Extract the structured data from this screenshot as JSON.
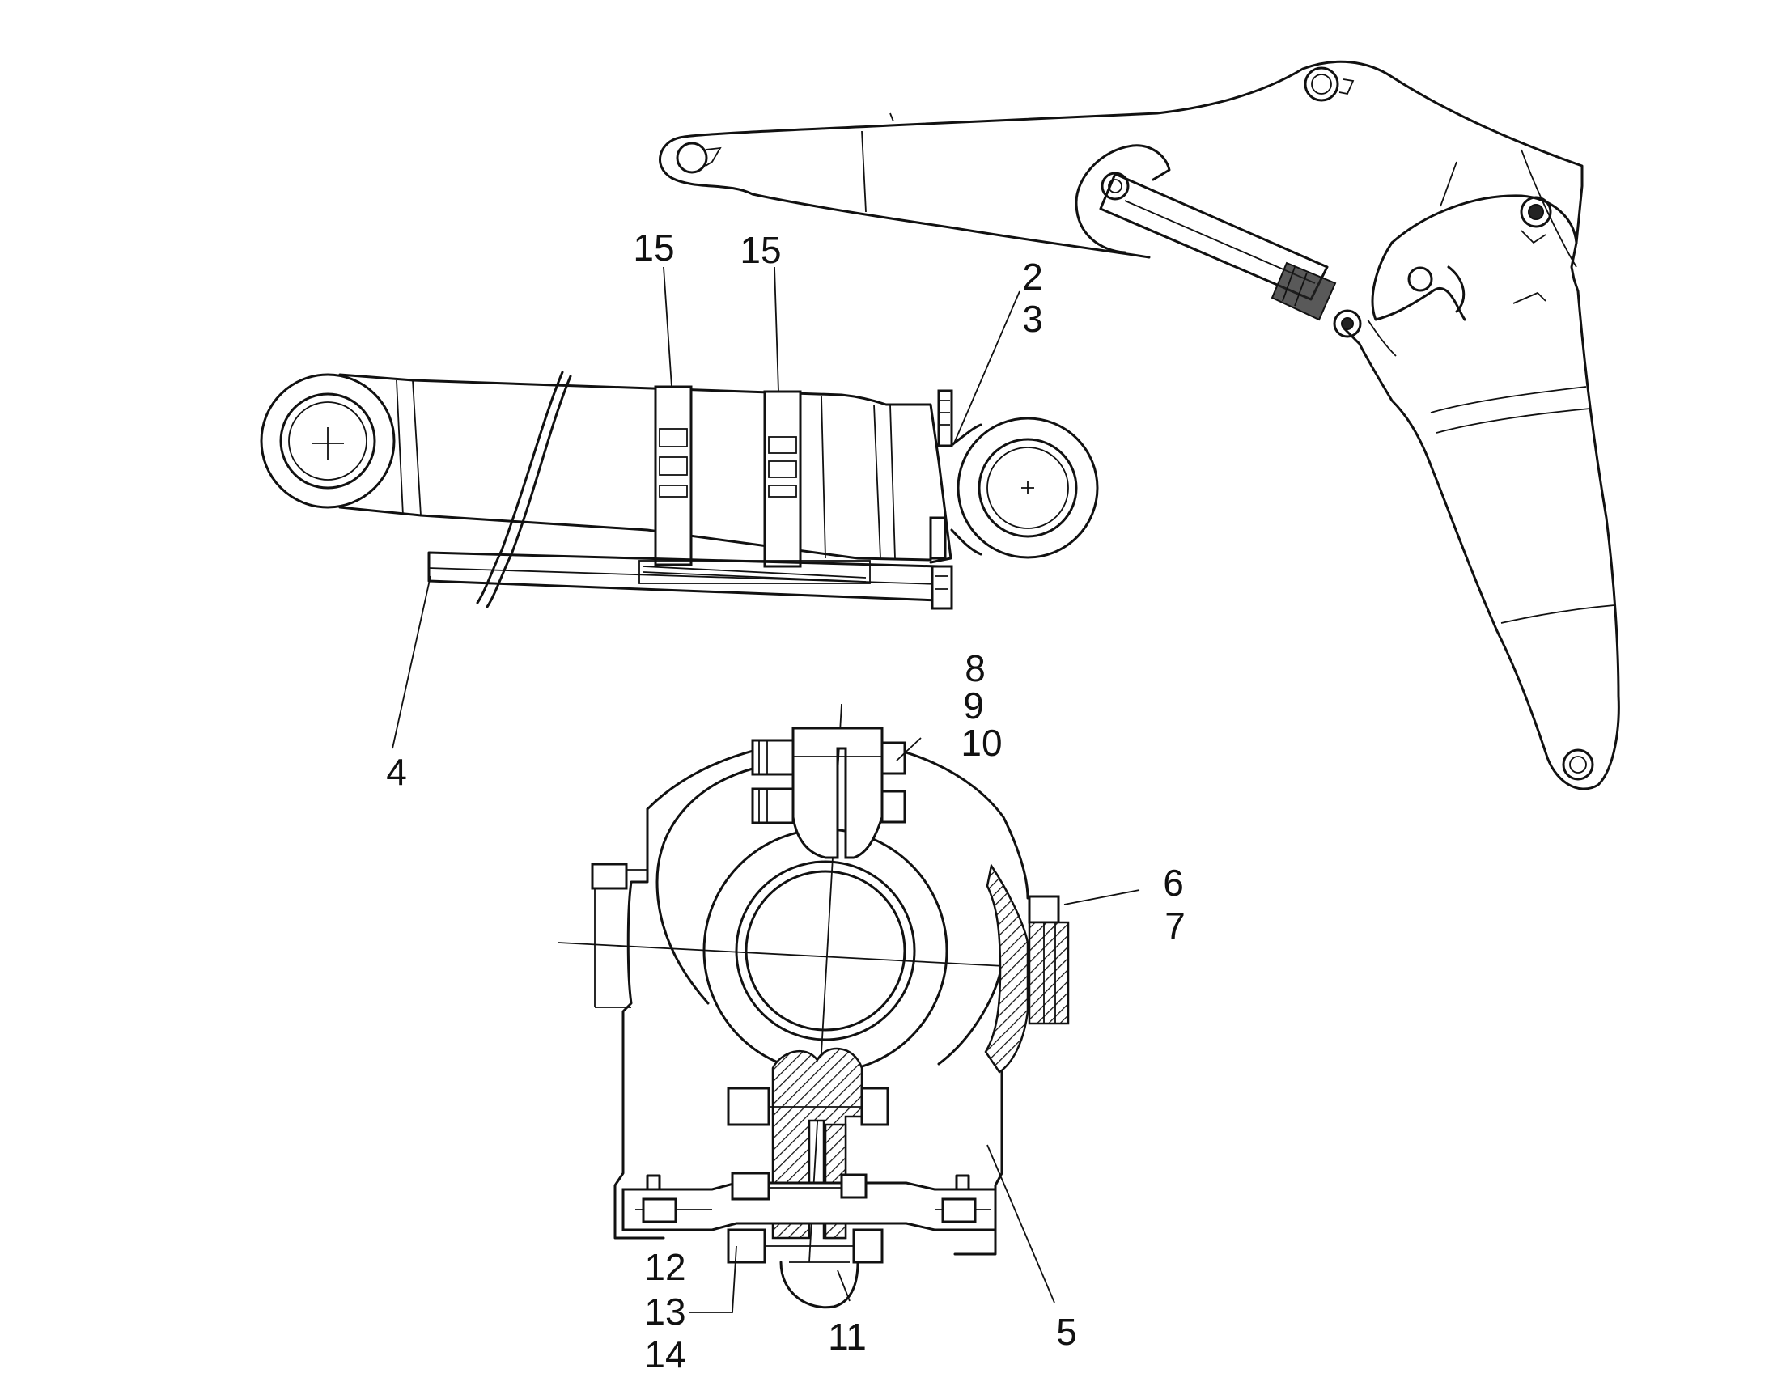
{
  "diagram": {
    "callouts": [
      {
        "id": "15a",
        "text": "15"
      },
      {
        "id": "15b",
        "text": "15"
      },
      {
        "id": "2",
        "text": "2"
      },
      {
        "id": "3",
        "text": "3"
      },
      {
        "id": "4",
        "text": "4"
      },
      {
        "id": "8",
        "text": "8"
      },
      {
        "id": "9",
        "text": "9"
      },
      {
        "id": "10",
        "text": "10"
      },
      {
        "id": "6",
        "text": "6"
      },
      {
        "id": "7",
        "text": "7"
      },
      {
        "id": "12",
        "text": "12"
      },
      {
        "id": "13",
        "text": "13"
      },
      {
        "id": "14",
        "text": "14"
      },
      {
        "id": "11",
        "text": "11"
      },
      {
        "id": "5",
        "text": "5"
      }
    ]
  },
  "colors": {
    "line": "#111111",
    "background": "#ffffff"
  }
}
